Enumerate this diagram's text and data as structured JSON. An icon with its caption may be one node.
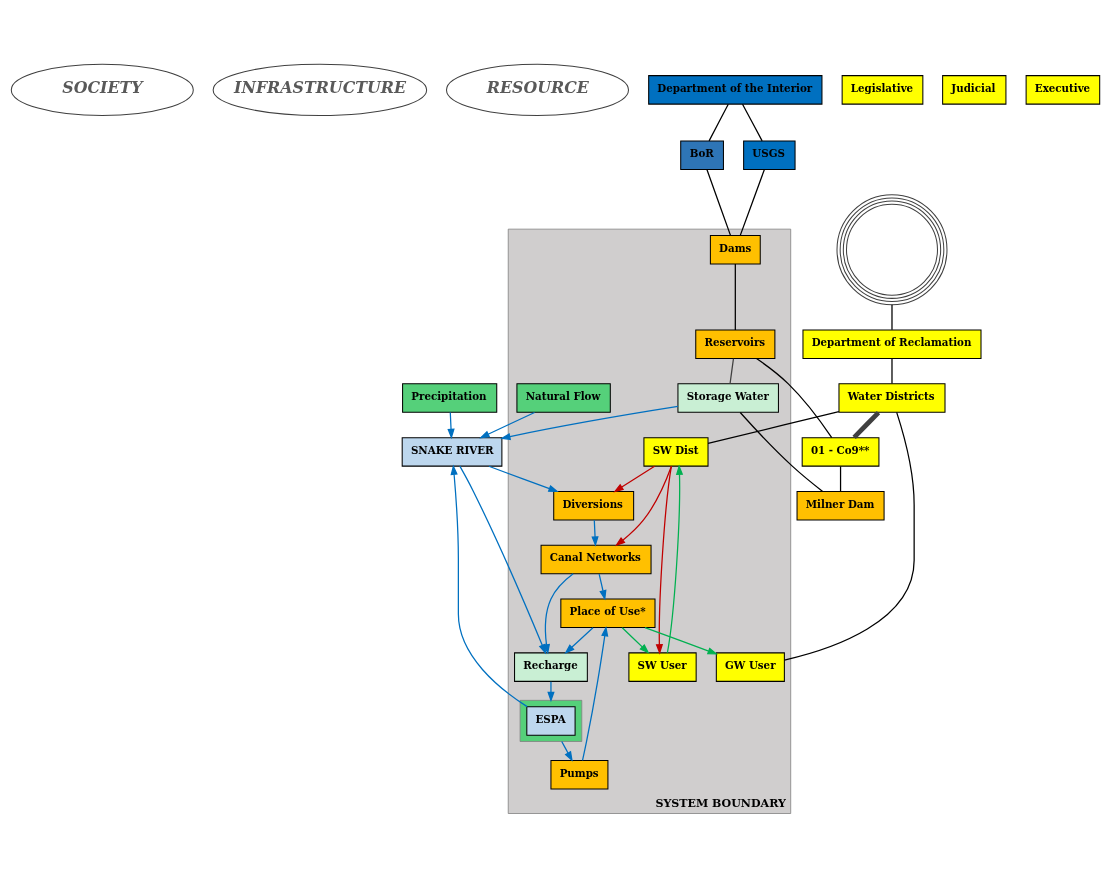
{
  "diagram": {
    "nodes": [
      {
        "text": [
          "SOCIETY"
        ]
      },
      {
        "text": [
          "INFRASTRUCTURE"
        ]
      },
      {
        "text": [
          "RESOURCE"
        ]
      },
      {
        "text": [
          "Department of the Interior"
        ]
      },
      {
        "text": [
          "BoR"
        ]
      },
      {
        "text": [
          "USGS"
        ]
      },
      {
        "text": [
          "Precipitation"
        ]
      },
      {
        "text": [],
        "shape": "circle"
      },
      {
        "text": [
          "Legislative"
        ]
      },
      {
        "text": [
          "Judicial"
        ]
      },
      {
        "text": [
          "Executive"
        ]
      },
      {
        "text": [
          "SYSTEM BOUNDARY"
        ]
      },
      {
        "text": [
          "Dams"
        ],
        "in": 11
      },
      {
        "text": [
          "Natural Flow"
        ],
        "in": 11
      },
      {
        "text": [
          "Reservoirs"
        ],
        "in": 11
      },
      {
        "text": [
          "Storage Water"
        ],
        "in": 11
      },
      {
        "text": [
          "Department of Reclamation"
        ]
      },
      {
        "text": [
          "SNAKE RIVER"
        ]
      },
      {
        "text": [
          "Water Districts"
        ]
      },
      {
        "text": [
          "01 - Co9**"
        ]
      },
      {
        "text": [
          "Diversions"
        ],
        "in": 11
      },
      {
        "text": [
          "SW Dist"
        ],
        "in": 11
      },
      {
        "text": [
          "Canal Networks"
        ],
        "in": 11
      },
      {
        "text": [
          "GW User"
        ],
        "in": 11
      },
      {
        "text": [
          "SW User"
        ],
        "in": 11
      },
      {
        "text": [
          "Place of Use*"
        ],
        "in": 11
      },
      {
        "text": [
          "Recharge"
        ],
        "in": 11
      },
      {
        "text": [
          "Pumps"
        ],
        "in": 11
      },
      {
        "text": [],
        "shape": "box",
        "in": 11
      },
      {
        "text": [
          "ESPA"
        ],
        "in": 28
      },
      {
        "text": [
          "Milner Dam"
        ]
      }
    ],
    "edges": [
      {
        "from": 3,
        "to": 4,
        "arrow": "none",
        "color": "#000000"
      },
      {
        "from": 3,
        "to": 5,
        "arrow": "none",
        "color": "#000000"
      },
      {
        "from": 4,
        "to": 12,
        "arrow": "none",
        "color": "#000000"
      },
      {
        "from": 5,
        "to": 12,
        "arrow": "none",
        "color": "#000000"
      },
      {
        "from": 12,
        "to": 14,
        "arrow": "none",
        "color": "#000000"
      },
      {
        "from": 14,
        "to": 19,
        "arrow": "none",
        "color": "#000000"
      },
      {
        "from": 14,
        "to": 15,
        "arrow": "none",
        "color": "#404040"
      },
      {
        "from": 7,
        "to": 16,
        "arrow": "none",
        "color": "#000000"
      },
      {
        "from": 16,
        "to": 18,
        "arrow": "none",
        "color": "#000000"
      },
      {
        "from": 18,
        "to": 23,
        "arrow": "none",
        "color": "#000000"
      },
      {
        "from": 18,
        "to": 21,
        "arrow": "none",
        "color": "#000000"
      },
      {
        "from": 18,
        "to": 19,
        "arrow": "none",
        "style": "thick",
        "color": "#404040"
      },
      {
        "from": 15,
        "to": 30,
        "arrow": "none",
        "color": "#000000"
      },
      {
        "from": 19,
        "to": 30,
        "arrow": "none",
        "color": "#000000"
      },
      {
        "from": 6,
        "to": 17,
        "arrow": "to",
        "color": "#0070c0"
      },
      {
        "from": 13,
        "to": 17,
        "arrow": "to",
        "color": "#0070c0"
      },
      {
        "from": 15,
        "to": 17,
        "arrow": "to",
        "color": "#0070c0"
      },
      {
        "from": 17,
        "to": 20,
        "arrow": "to",
        "color": "#0070c0"
      },
      {
        "from": 20,
        "to": 22,
        "arrow": "to",
        "color": "#0070c0"
      },
      {
        "from": 22,
        "to": 25,
        "arrow": "to",
        "color": "#0070c0"
      },
      {
        "from": 22,
        "to": 26,
        "arrow": "to",
        "color": "#0070c0"
      },
      {
        "from": 25,
        "to": 26,
        "arrow": "to",
        "color": "#0070c0"
      },
      {
        "from": 17,
        "to": 26,
        "arrow": "to",
        "color": "#0070c0"
      },
      {
        "from": 26,
        "to": 28,
        "arrow": "to",
        "color": "#0070c0"
      },
      {
        "from": 28,
        "to": 27,
        "arrow": "to",
        "color": "#0070c0"
      },
      {
        "from": 27,
        "to": 25,
        "arrow": "to",
        "color": "#0070c0"
      },
      {
        "from": 29,
        "to": 17,
        "arrow": "to",
        "color": "#0070c0"
      },
      {
        "from": 21,
        "to": 20,
        "arrow": "to",
        "color": "#c00000"
      },
      {
        "from": 21,
        "to": 22,
        "arrow": "to",
        "color": "#c00000"
      },
      {
        "from": 21,
        "to": 24,
        "arrow": "to",
        "color": "#c00000"
      },
      {
        "from": 24,
        "to": 21,
        "arrow": "to",
        "color": "#00b050"
      },
      {
        "from": 25,
        "to": 23,
        "arrow": "to",
        "color": "#00b050"
      },
      {
        "from": 25,
        "to": 24,
        "arrow": "to",
        "color": "#00b050"
      }
    ]
  }
}
